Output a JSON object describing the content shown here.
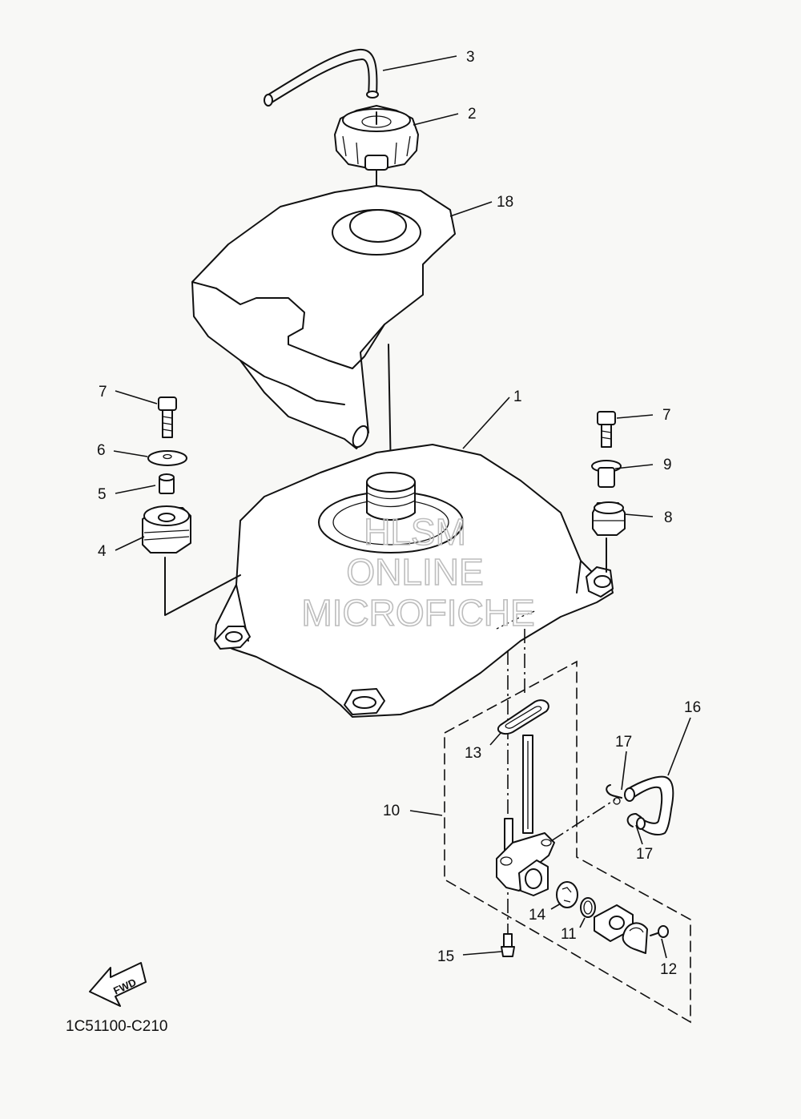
{
  "callouts": {
    "c1": "1",
    "c2": "2",
    "c3": "3",
    "c4": "4",
    "c5": "5",
    "c6": "6",
    "c7a": "7",
    "c7b": "7",
    "c8": "8",
    "c9": "9",
    "c10": "10",
    "c11": "11",
    "c12": "12",
    "c13": "13",
    "c14": "14",
    "c15": "15",
    "c16": "16",
    "c17a": "17",
    "c17b": "17",
    "c18": "18"
  },
  "watermark": {
    "line1": "HLSM",
    "line2": "ONLINE",
    "line3": "MICROFICHE"
  },
  "fwd_label": "FWD",
  "diagram_code": "1C51100-C210"
}
